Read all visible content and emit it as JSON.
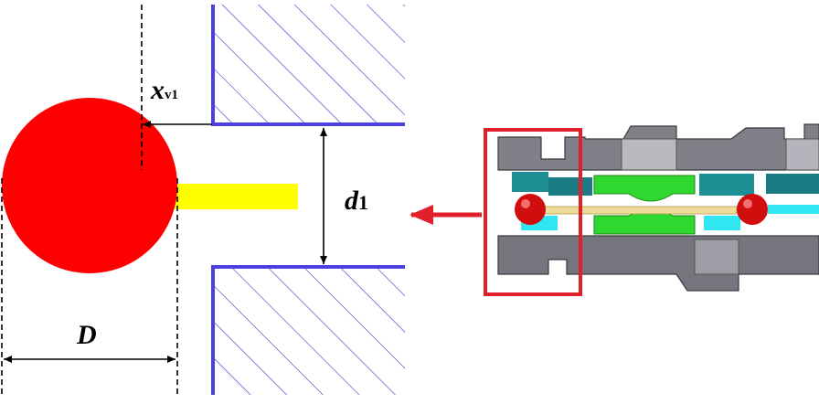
{
  "labels": {
    "x_main": "x",
    "x_sub": "v1",
    "d_main": "d",
    "d_sub": "1",
    "D": "D"
  },
  "colors": {
    "ball": "#ff0000",
    "rod": "#ffff00",
    "seat_wall": "#4b3fe0",
    "hatch": "#3a36c8",
    "highlight_frame": "#e0202a",
    "arrow": "#e0202a"
  }
}
